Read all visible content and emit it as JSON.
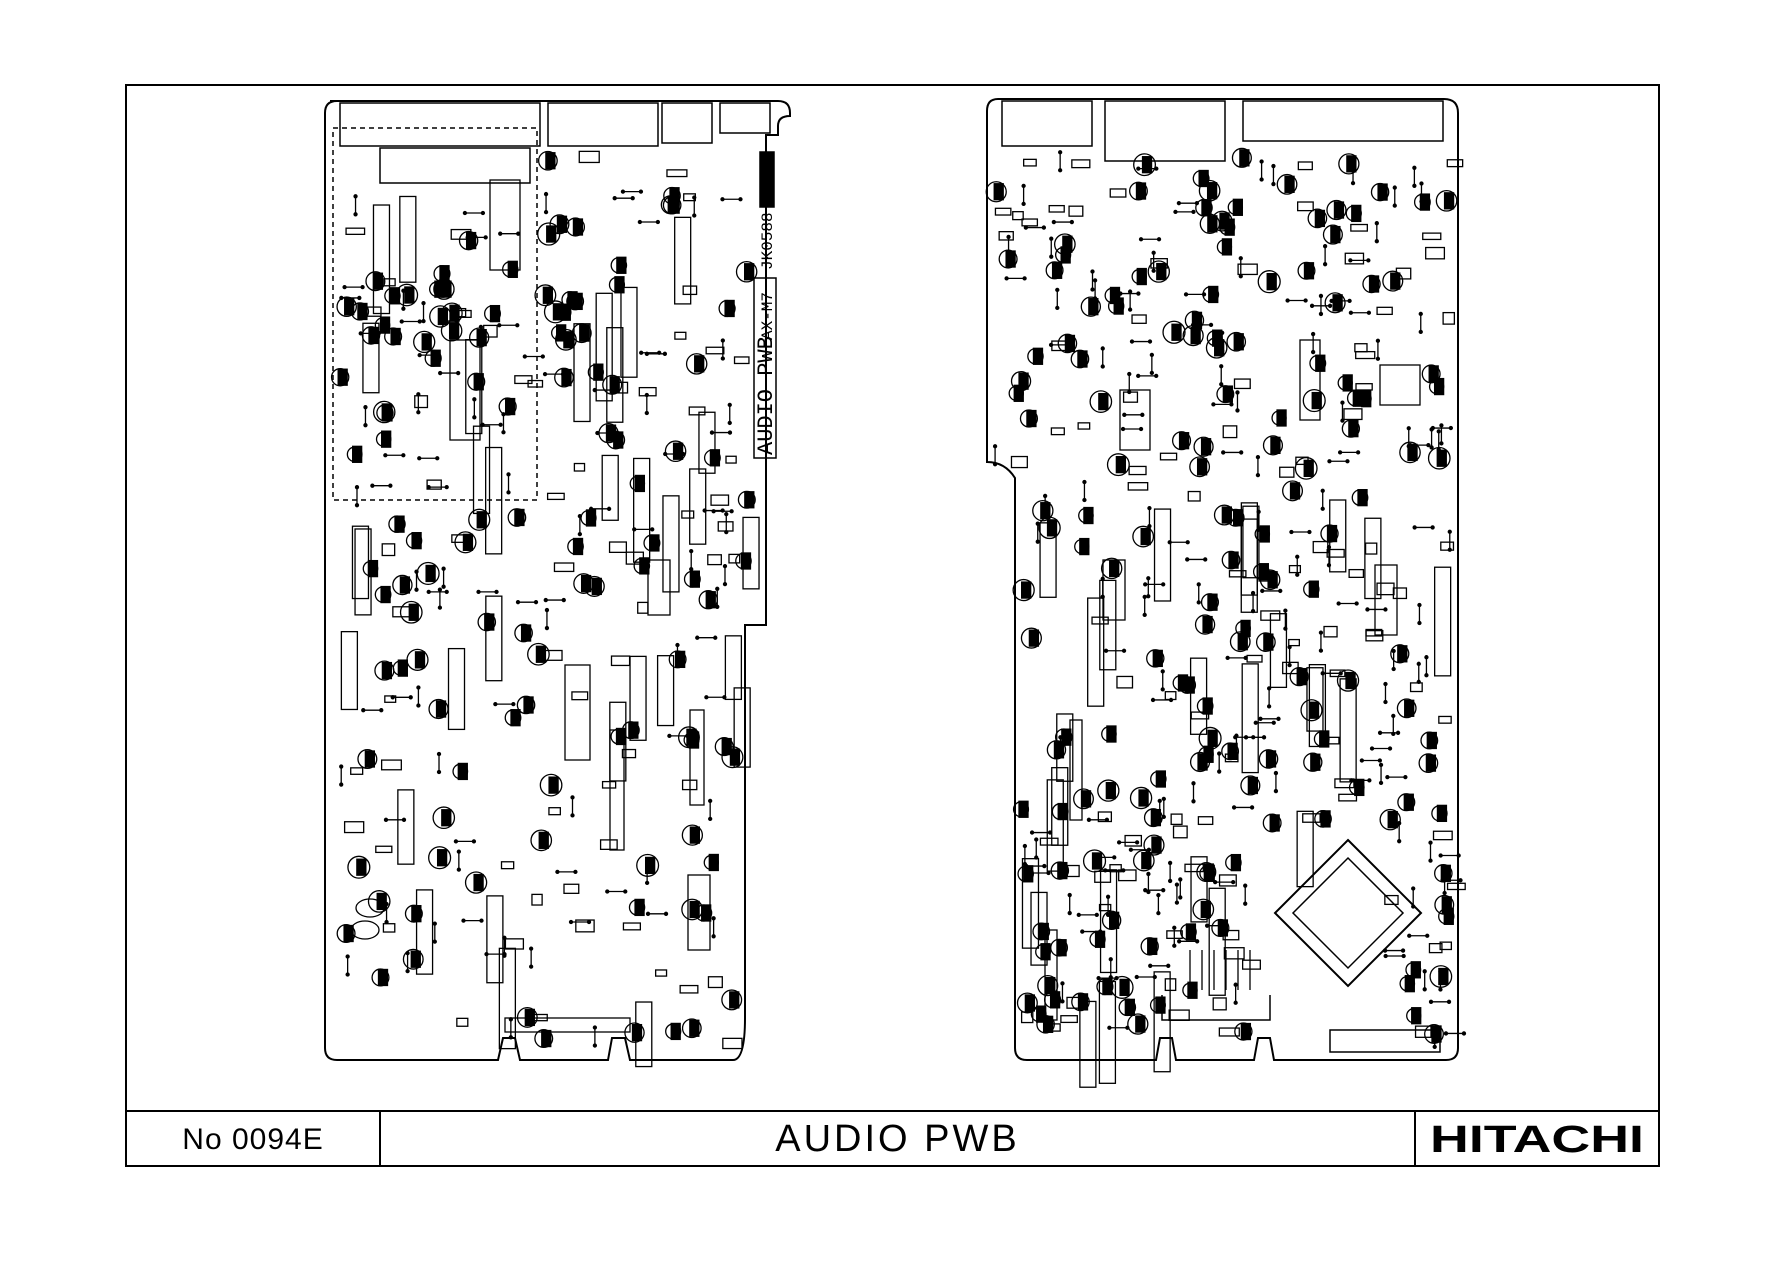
{
  "title_block": {
    "doc_number": "No 0094E",
    "title": "AUDIO PWB",
    "brand_logo_text": "HITACHI"
  },
  "left_board": {
    "vertical_labels": [
      "AUDIO PWB",
      "AX-M7",
      "JK0588"
    ]
  },
  "colors": {
    "ink": "#000000",
    "paper": "#ffffff"
  }
}
